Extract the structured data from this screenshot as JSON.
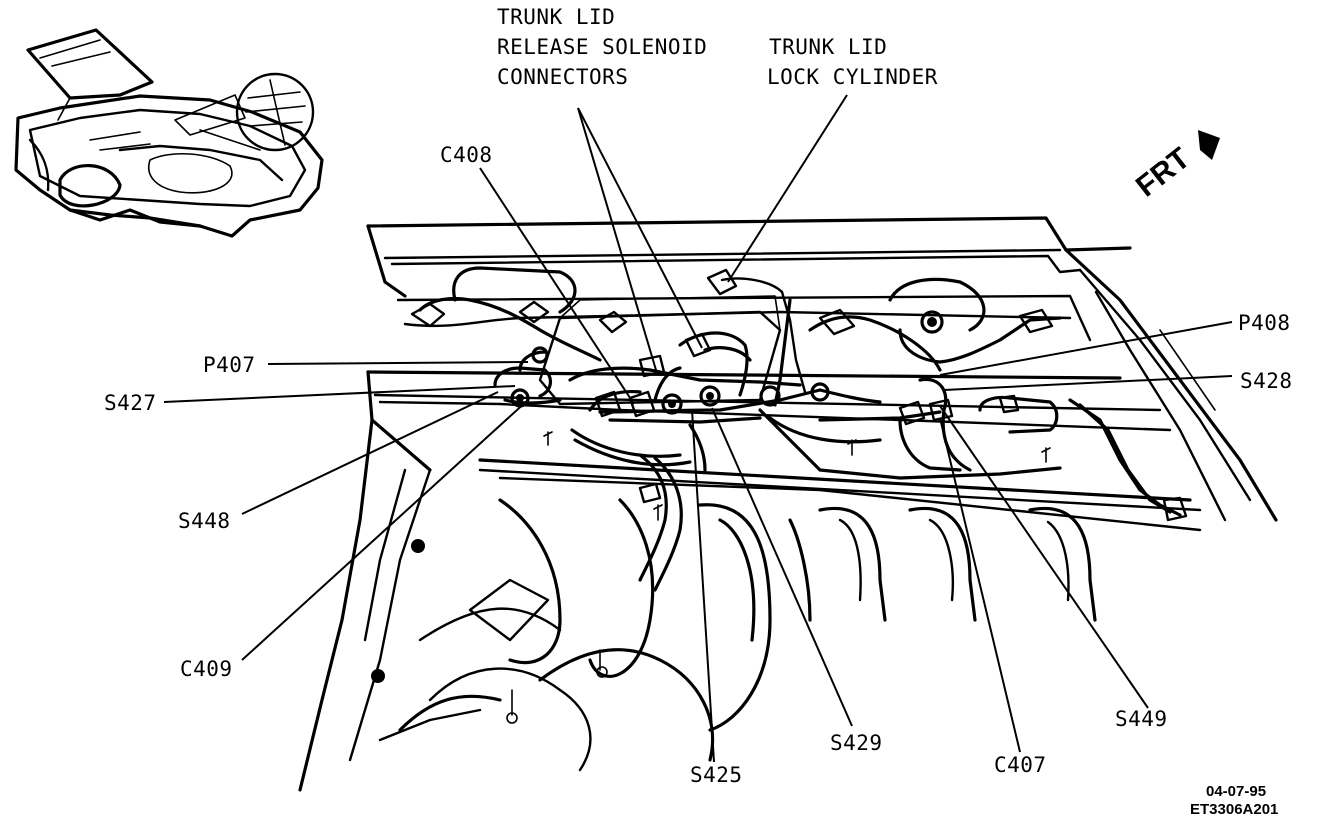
{
  "labels": {
    "release_solenoid_1": "TRUNK LID",
    "release_solenoid_2": "RELEASE SOLENOID",
    "release_solenoid_3": "CONNECTORS",
    "lock_cylinder_1": "TRUNK LID",
    "lock_cylinder_2": "LOCK CYLINDER",
    "c408": "C408",
    "p407": "P407",
    "s427": "S427",
    "s448": "S448",
    "c409": "C409",
    "s425": "S425",
    "s429": "S429",
    "c407": "C407",
    "s449": "S449",
    "s428": "S428",
    "p408": "P408",
    "frt": "FRT"
  },
  "footer": {
    "date": "04-07-95",
    "figure_id": "ET3306A201"
  }
}
